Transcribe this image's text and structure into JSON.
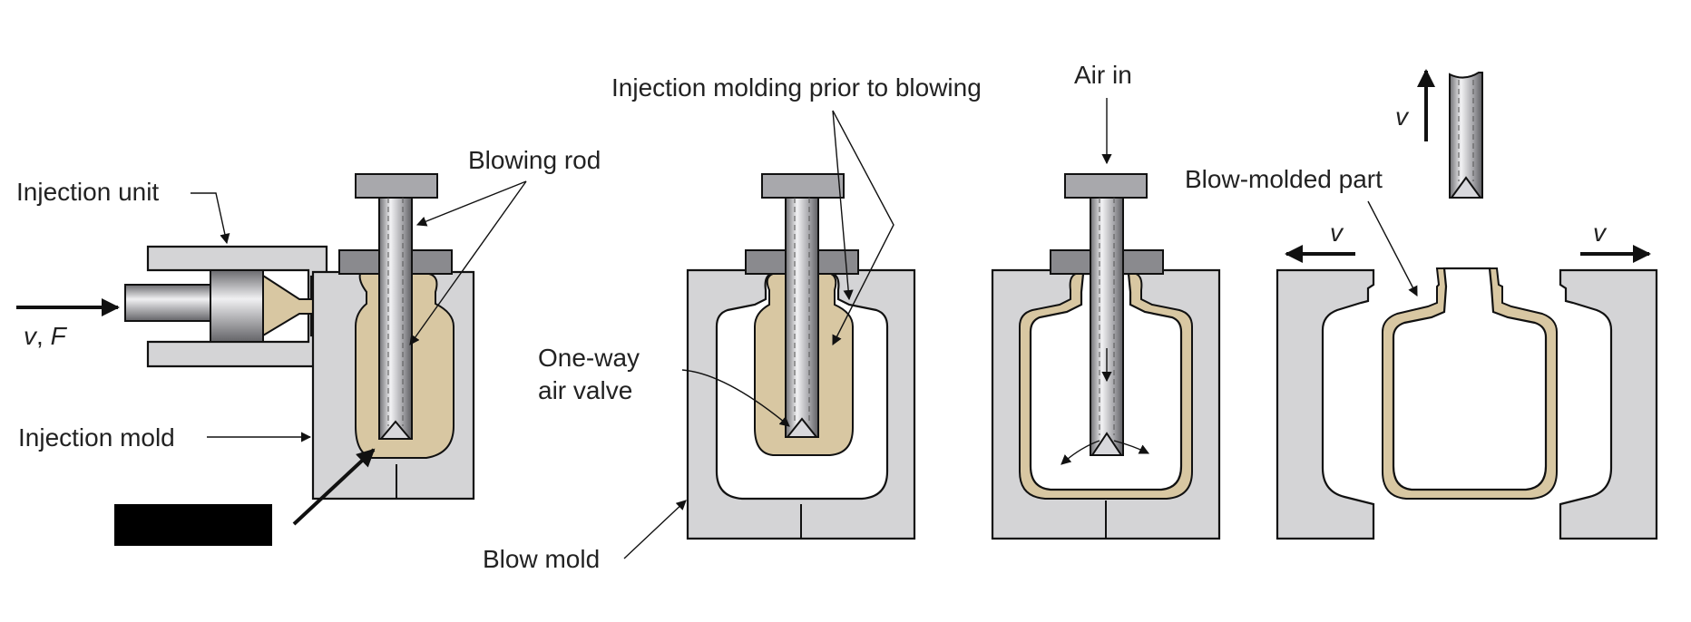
{
  "labels": {
    "injection_unit": "Injection unit",
    "blowing_rod": "Blowing rod",
    "v_f_v": "v",
    "v_f_sep": ", ",
    "v_f_f": "F",
    "injection_mold": "Injection mold",
    "one_way_line1": "One-way",
    "one_way_line2": "air valve",
    "injection_prior": "Injection molding prior to blowing",
    "blow_mold": "Blow mold",
    "air_in": "Air in",
    "blow_molded_part": "Blow-molded part",
    "v_rod": "v",
    "v_left": "v",
    "v_right": "v"
  },
  "colors": {
    "mold_fill": "#d4d4d6",
    "plastic_fill": "#d8c7a2",
    "redaction": "#000000",
    "outline": "#111111"
  }
}
